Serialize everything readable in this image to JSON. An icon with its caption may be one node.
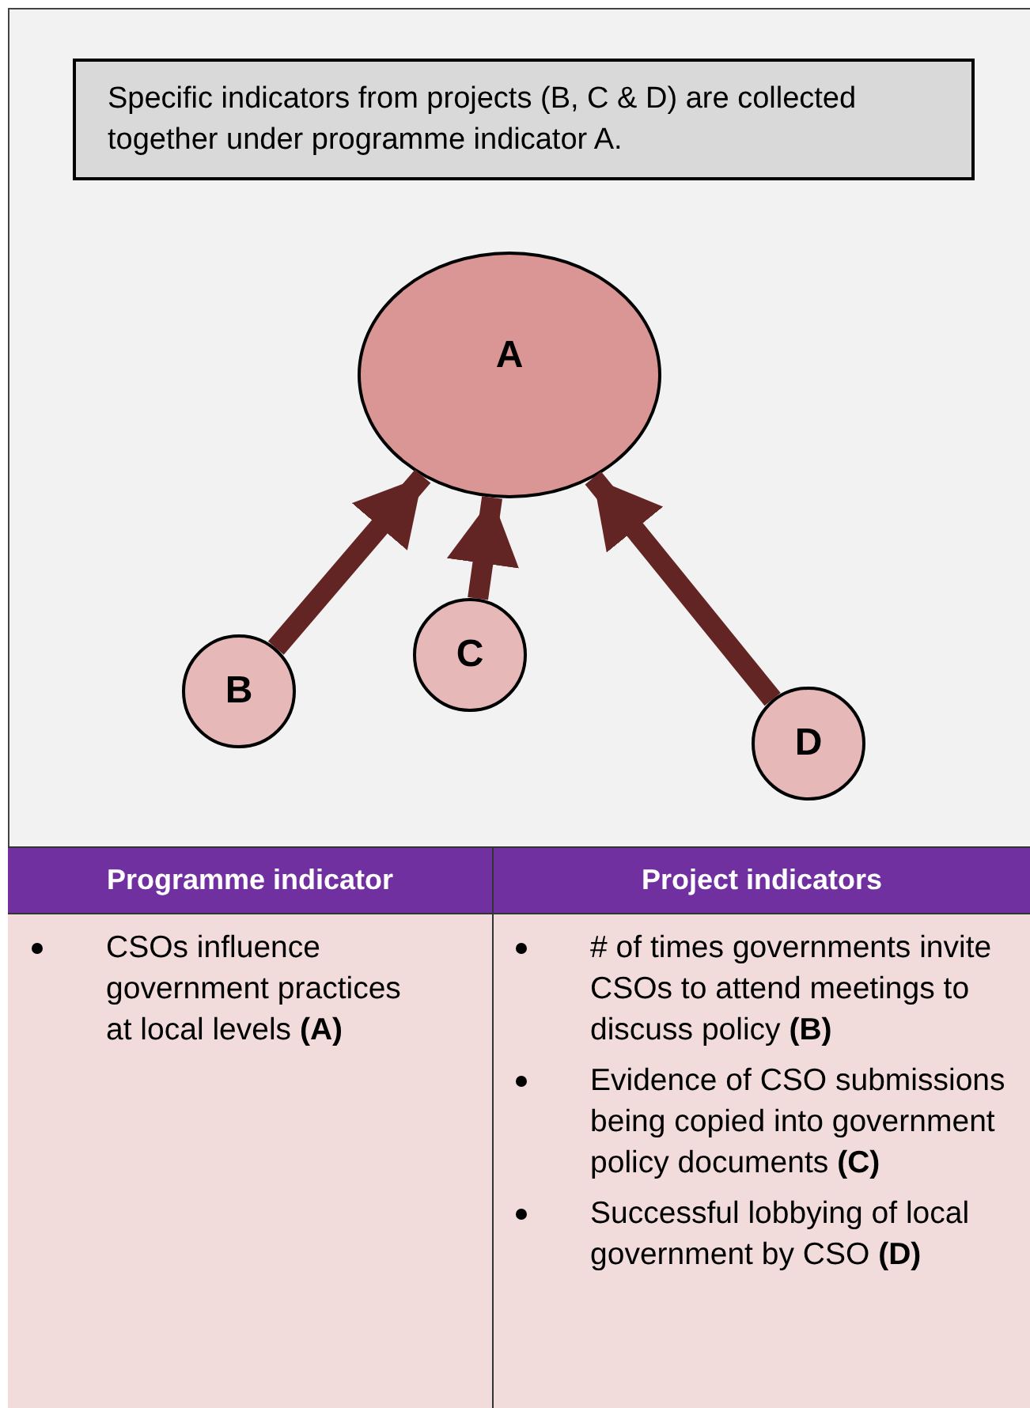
{
  "diagram": {
    "nodes": [
      {
        "text": [
          "Specific indicators from projects (B, C & D) are collected together under programme indicator A."
        ]
      },
      {
        "text": [
          "A"
        ]
      },
      {
        "text": [
          "B"
        ]
      },
      {
        "text": [
          "C"
        ]
      },
      {
        "text": [
          "D"
        ]
      }
    ],
    "edges": [
      {
        "from": 2,
        "to": 1,
        "arrow": "to"
      },
      {
        "from": 3,
        "to": 1,
        "arrow": "to"
      },
      {
        "from": 4,
        "to": 1,
        "arrow": "to"
      }
    ],
    "labels": [
      "Programme indicator",
      "Project indicators",
      "CSOs influence government practices at local levels **(A)**",
      "# of times governments invite CSOs to attend meetings to discuss policy **(B)**",
      "Evidence of CSO submissions being copied into government policy documents **(C)**",
      "Successful lobbying of local government by CSO **(D)**"
    ]
  }
}
